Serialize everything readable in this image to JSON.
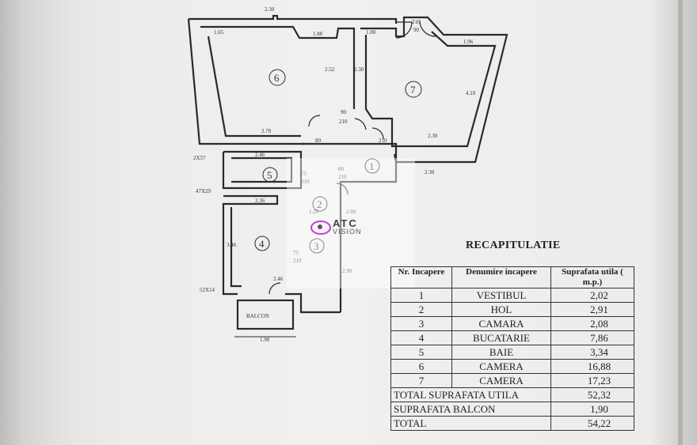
{
  "plan": {
    "rooms": [
      "1",
      "2",
      "3",
      "4",
      "5",
      "6",
      "7"
    ],
    "balcony_label": "BALCON",
    "dims": {
      "d1": "1.65",
      "d2": "1.80",
      "d3": "1.00",
      "d4": "1.96",
      "d5": "2.52",
      "d6": "2.30",
      "d7": "4.10",
      "d8": "90",
      "d9": "210",
      "d10": "2.70",
      "d11": "2.30",
      "d12": "2.46",
      "d13": "2.36",
      "d14": "3.46",
      "d15": "1.90",
      "d16": "2.30",
      "d17": "90",
      "d18": "210",
      "d19": "75",
      "d20": "210",
      "d21": "75",
      "d22": "210",
      "d23": "2.46",
      "d24": "1.20",
      "d25": "2.60",
      "d26": "2.90",
      "d27": "47X29",
      "d28": "52X14",
      "d29": "2X57",
      "d30": "80",
      "d31": "210",
      "d32": "210",
      "d33": "80",
      "d34": "2.30"
    }
  },
  "logo": {
    "line1": "ATC",
    "line2": "VISION"
  },
  "recap": {
    "title": "RECAPITULATIE",
    "headers": [
      "Nr. Incapere",
      "Denumire incapere",
      "Suprafata utila ( m.p.)"
    ],
    "rows": [
      {
        "nr": "1",
        "name": "VESTIBUL",
        "area": "2,02"
      },
      {
        "nr": "2",
        "name": "HOL",
        "area": "2,91"
      },
      {
        "nr": "3",
        "name": "CAMARA",
        "area": "2,08"
      },
      {
        "nr": "4",
        "name": "BUCATARIE",
        "area": "7,86"
      },
      {
        "nr": "5",
        "name": "BAIE",
        "area": "3,34"
      },
      {
        "nr": "6",
        "name": "CAMERA",
        "area": "16,88"
      },
      {
        "nr": "7",
        "name": "CAMERA",
        "area": "17,23"
      }
    ],
    "totals": [
      {
        "label": "TOTAL  SUPRAFATA UTILA",
        "value": "52,32"
      },
      {
        "label": "SUPRAFATA BALCON",
        "value": "1,90"
      },
      {
        "label": "TOTAL",
        "value": "54,22"
      }
    ]
  }
}
